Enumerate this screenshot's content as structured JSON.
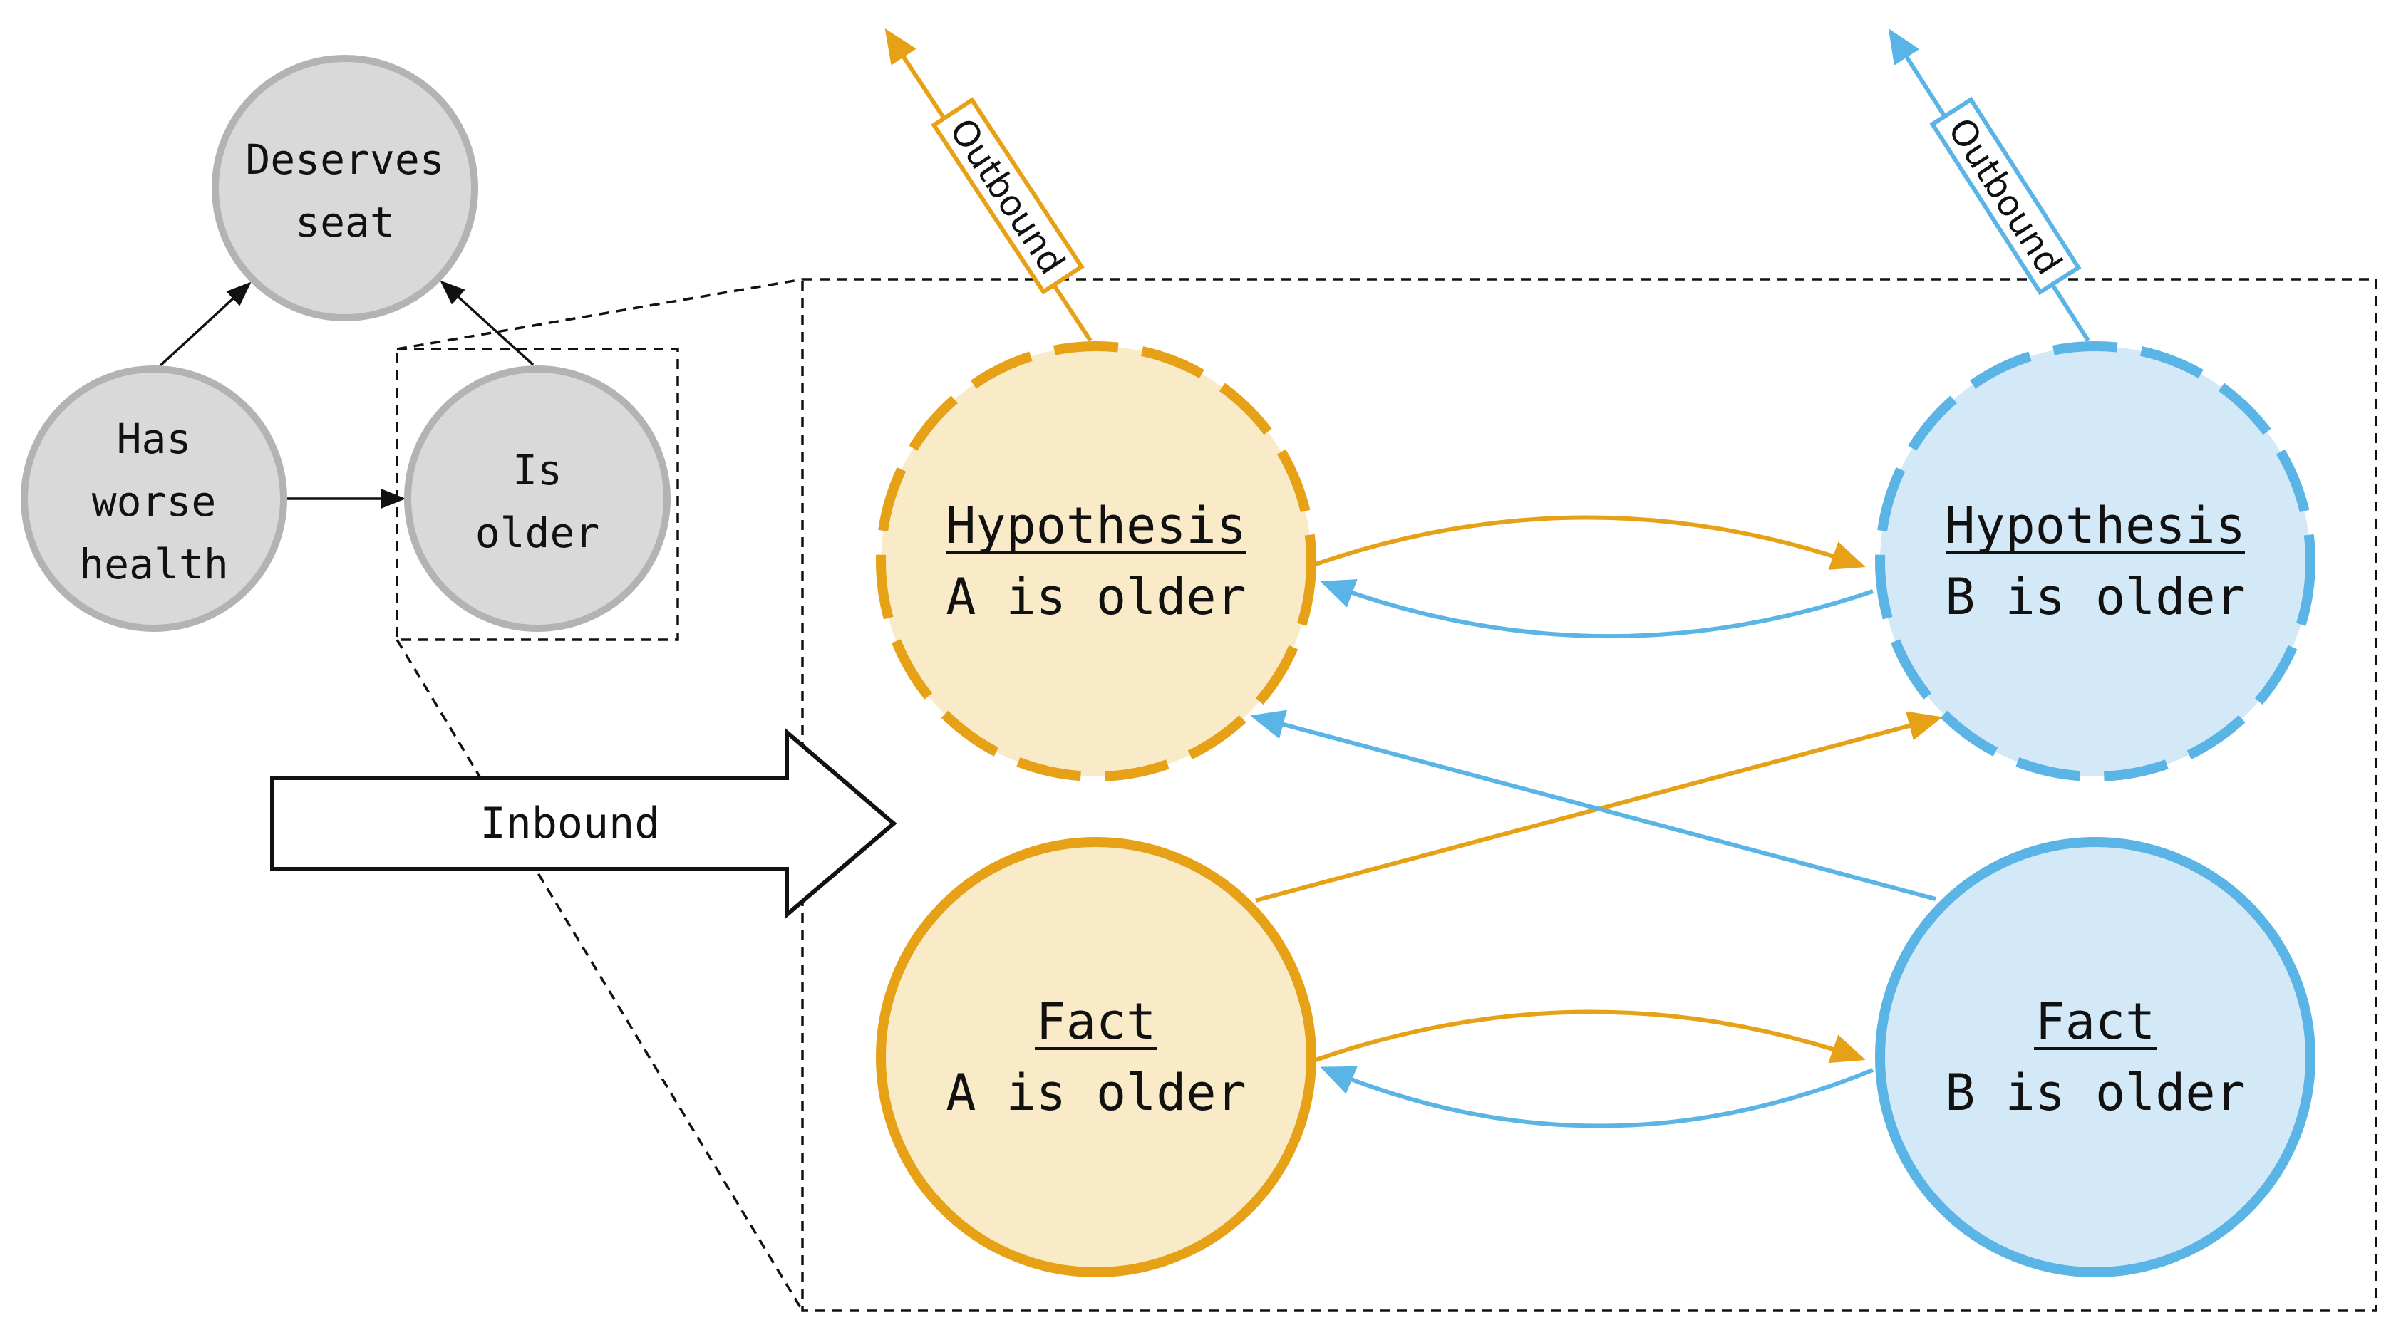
{
  "overview": {
    "nodes": {
      "deserves_seat": [
        "Deserves",
        "seat"
      ],
      "has_worse_health": [
        "Has",
        "worse",
        "health"
      ],
      "is_older": [
        "Is",
        "older"
      ]
    }
  },
  "inbound_label": "Inbound",
  "outbound_label": "Outbound",
  "detail": {
    "hyp_a": {
      "heading": "Hypothesis",
      "text": "A is older"
    },
    "hyp_b": {
      "heading": "Hypothesis",
      "text": "B is older"
    },
    "fact_a": {
      "heading": "Fact",
      "text": "A is older"
    },
    "fact_b": {
      "heading": "Fact",
      "text": "B is older"
    }
  },
  "colors": {
    "gray_fill": "#d9d9d9",
    "gray_stroke": "#b3b3b3",
    "orange": "#e6a117",
    "orange_fill": "#faebc8",
    "blue": "#5ab4e5",
    "blue_fill": "#d4e9f7",
    "ink": "#111111"
  }
}
